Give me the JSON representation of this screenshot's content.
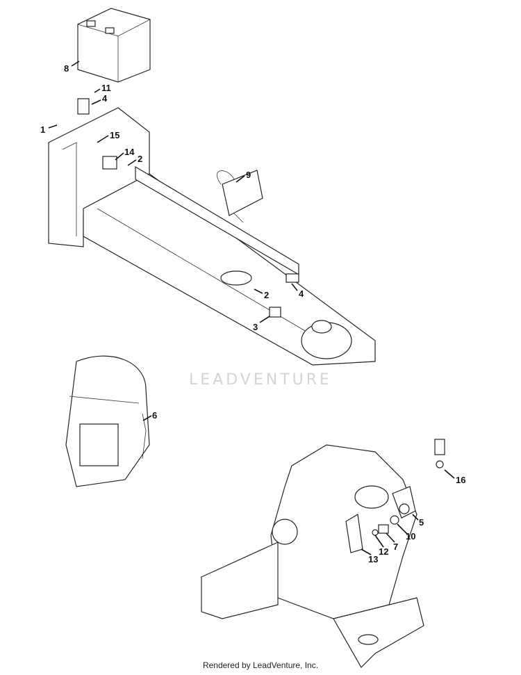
{
  "diagram": {
    "callouts": [
      "8",
      "11",
      "4",
      "1",
      "15",
      "14",
      "2",
      "9",
      "2",
      "4",
      "3",
      "6",
      "16",
      "5",
      "10",
      "7",
      "12",
      "13"
    ],
    "watermark": "LEADVENTURE"
  },
  "footer": {
    "text": "Rendered by LeadVenture, Inc."
  }
}
